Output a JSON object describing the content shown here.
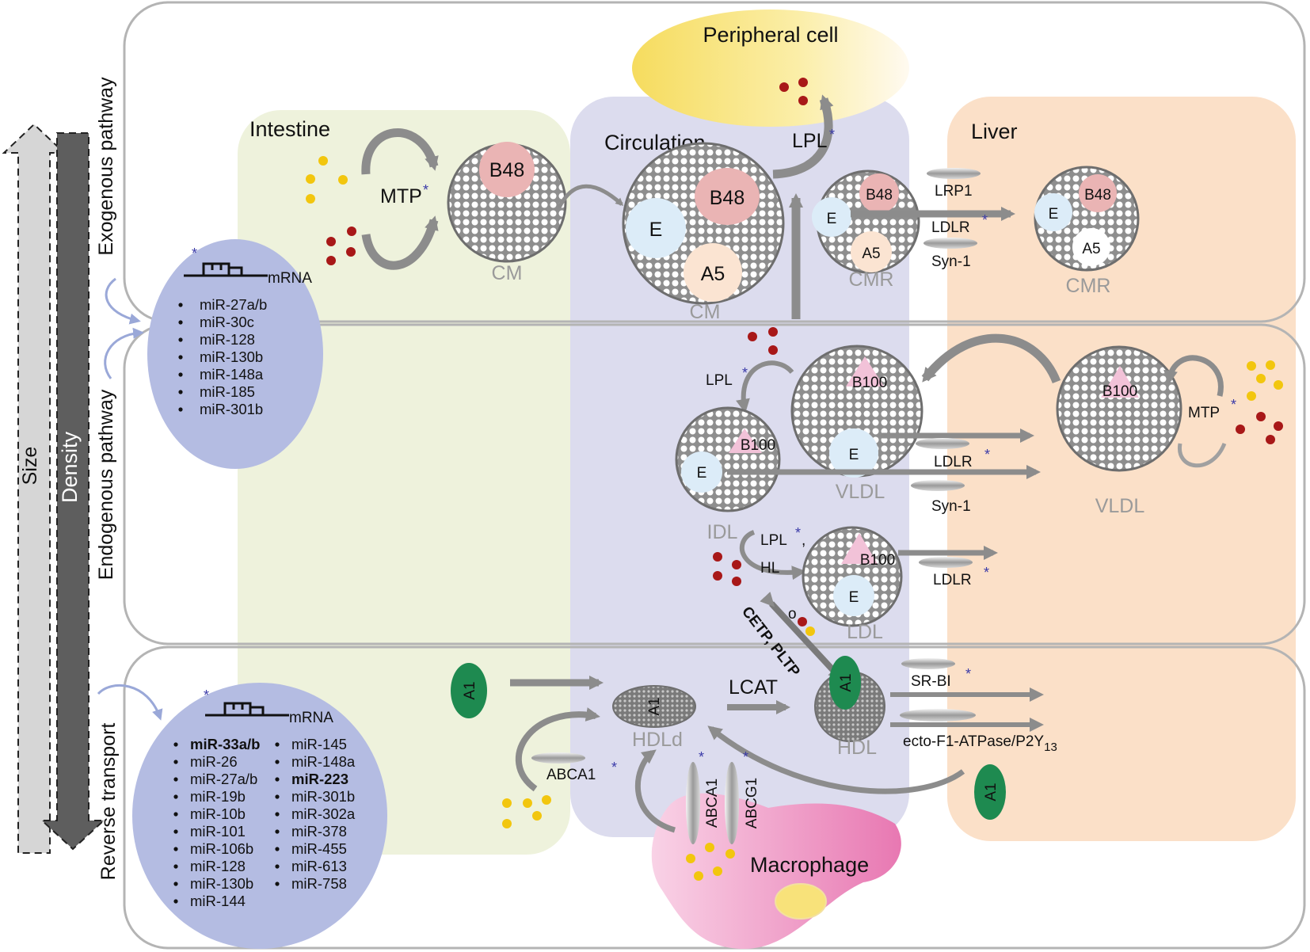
{
  "regions": {
    "peripheral_cell": "Peripheral cell",
    "intestine": "Intestine",
    "circulation": "Circulation",
    "liver": "Liver",
    "macrophage": "Macrophage"
  },
  "pathways": {
    "exogenous": "Exogenous pathway",
    "endogenous": "Endogenous pathway",
    "reverse": "Reverse transport"
  },
  "gradient": {
    "size": "Size",
    "density": "Density"
  },
  "particles": {
    "cm": "CM",
    "cmr": "CMR",
    "vldl": "VLDL",
    "idl": "IDL",
    "ldl": "LDL",
    "hdl": "HDL",
    "hdld": "HDLd"
  },
  "apolipoproteins": {
    "b48": "B48",
    "b100": "B100",
    "e": "E",
    "a5": "A5",
    "a1": "A1"
  },
  "proteins": {
    "mtp": "MTP",
    "lpl": "LPL",
    "lpl_hl_1": "LPL",
    "lpl_hl_2": "HL",
    "lrp1": "LRP1",
    "ldlr": "LDLR",
    "syn1": "Syn-1",
    "cetp_pltp": "CETP, PLTP",
    "lcat": "LCAT",
    "srbi": "SR-BI",
    "ecto": "ecto-F1-ATPase/P2Y",
    "ecto_sub": "13",
    "abca1": "ABCA1",
    "abcg1": "ABCG1",
    "o": "o"
  },
  "marker": {
    "star": "*"
  },
  "mrna_label": "mRNA",
  "mirna_top": [
    "miR-27a/b",
    "miR-30c",
    "miR-128",
    "miR-130b",
    "miR-148a",
    "miR-185",
    "miR-301b"
  ],
  "mirna_bottom_col1": [
    "miR-33a/b",
    "miR-26",
    "miR-27a/b",
    "miR-19b",
    "miR-10b",
    "miR-101",
    "miR-106b",
    "miR-128",
    "miR-130b",
    "miR-144"
  ],
  "mirna_bottom_col2": [
    "miR-145",
    "miR-148a",
    "miR-223",
    "miR-301b",
    "miR-302a",
    "miR-378",
    "miR-455",
    "miR-613",
    "miR-758"
  ],
  "colors": {
    "intestine": "#eef2dc",
    "circulation": "#dcdcee",
    "liver": "#fbe0c8",
    "peripheral": "#f8e27a",
    "mirna_bubble": "#b4bce2",
    "b48": "#eab4b4",
    "e": "#dcecf8",
    "a5": "#fbe4d2",
    "b100": "#f2c2d8",
    "a1": "#1e8a50",
    "triglyceride": "#a81818",
    "cholesterol": "#f2c60e",
    "macrophage": "#f3a8cc",
    "arrow": "#8c8c8c"
  }
}
